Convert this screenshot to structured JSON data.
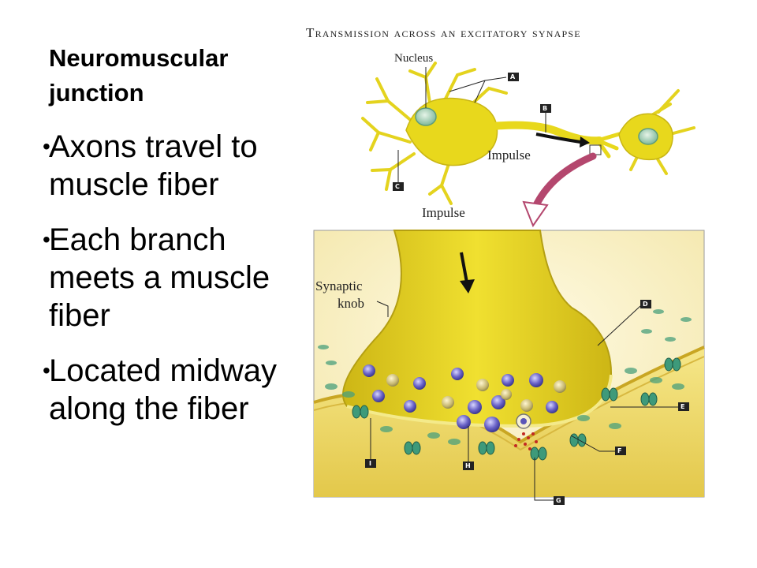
{
  "slide": {
    "title": "Neuromuscular junction",
    "bullets": [
      "Axons travel to muscle fiber",
      "Each branch meets a muscle fiber",
      "Located midway along the fiber"
    ]
  },
  "figure": {
    "title": "Transmission across an excitatory synapse",
    "labels": {
      "nucleus": "Nucleus",
      "impulse_top": "Impulse",
      "impulse_bottom": "Impulse",
      "synaptic_knob_line1": "Synaptic",
      "synaptic_knob_line2": "knob"
    },
    "tags": {
      "a": "A",
      "b": "B",
      "c_top": "C",
      "d": "D",
      "e": "E",
      "f": "F",
      "g": "G",
      "h": "H",
      "i": "I"
    }
  },
  "colors": {
    "neuron_yellow": "#e8d81c",
    "knob_yellow": "#d9c41a",
    "background_cream": "#f8f1c6",
    "receptor_green": "#3e9a7a",
    "vesicle_blue": "#5a56b8",
    "arrow_pink": "#b4476e"
  }
}
